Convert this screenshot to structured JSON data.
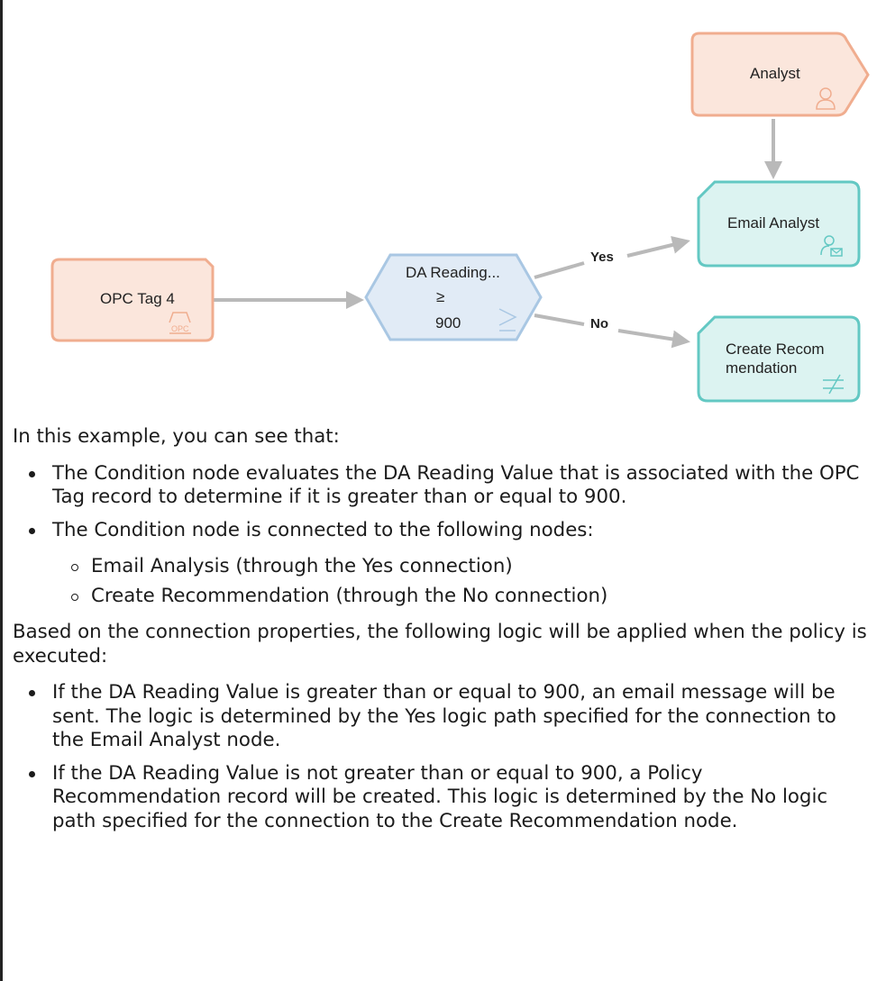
{
  "diagram": {
    "nodes": {
      "opc_tag": {
        "label": "OPC Tag 4",
        "icon": "opc-tag-icon",
        "icon_text": "OPC"
      },
      "condition": {
        "label_line1": "DA Reading...",
        "operator": "≥",
        "value": "900",
        "icon": "greater-equal-icon"
      },
      "analyst": {
        "label": "Analyst",
        "icon": "person-icon"
      },
      "email_analyst": {
        "label": "Email Analyst",
        "icon": "person-email-icon"
      },
      "create_recommendation": {
        "label_line1": "Create Recom",
        "label_line2": "mendation",
        "icon": "recommendation-icon"
      }
    },
    "edges": {
      "yes_label": "Yes",
      "no_label": "No"
    },
    "colors": {
      "input_fill": "#fbe6dc",
      "input_stroke": "#f0ad8f",
      "condition_fill": "#e1ebf6",
      "condition_stroke": "#a9c7e3",
      "action_fill": "#dcf3f1",
      "action_stroke": "#63c8c3",
      "edge": "#b9b9b9"
    }
  },
  "content": {
    "intro": "In this example, you can see that:",
    "bullets_1": [
      "The Condition node evaluates the DA Reading Value that is associated with the OPC Tag record to determine if it is greater than or equal to 900.",
      "The Condition node is connected to the following nodes:"
    ],
    "sub_bullets": [
      "Email Analysis (through the Yes connection)",
      "Create Recommendation (through the No connection)"
    ],
    "lead2": "Based on the connection properties, the following logic will be applied when the policy is executed:",
    "bullets_2": [
      "If the DA Reading Value is greater than or equal to 900, an email message will be sent. The logic is determined by the Yes logic path specified for the connection to the Email Analyst node.",
      "If the DA Reading Value is not greater than or equal to 900, a Policy Recommendation record will be created. This logic is determined by the No logic path specified for the connection to the Create Recommendation node."
    ]
  }
}
